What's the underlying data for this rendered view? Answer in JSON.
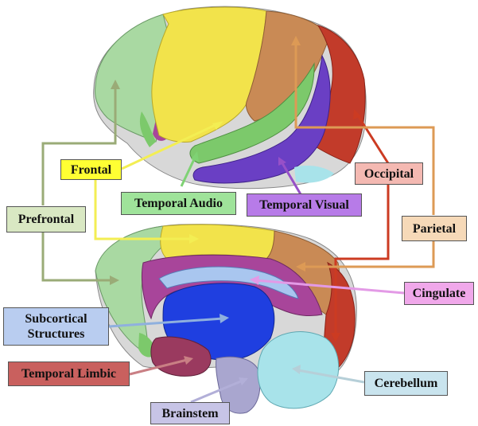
{
  "labels": {
    "frontal": "Frontal",
    "prefrontal": "Prefrontal",
    "temporal_audio": "Temporal Audio",
    "temporal_visual": "Temporal Visual",
    "occipital": "Occipital",
    "parietal": "Parietal",
    "cingulate": "Cingulate",
    "subcortical_line1": "Subcortical",
    "subcortical_line2": "Structures",
    "temporal_limbic": "Temporal Limbic",
    "cerebellum": "Cerebellum",
    "brainstem": "Brainstem"
  },
  "colors": {
    "frontal": "#f2e34b",
    "prefrontal": "#a9d9a2",
    "temporal_audio": "#7cc96b",
    "temporal_visual": "#6a3fc4",
    "occipital": "#c23b2a",
    "parietal": "#c98a55",
    "cingulate": "#a8459a",
    "subcortical": "#1f3fe0",
    "temporal_limbic": "#9a3a5f",
    "cerebellum": "#a8e3ea",
    "brainstem": "#a9a6cf",
    "label_frontal_bg": "#ffff33",
    "label_prefrontal_bg": "#d9e8c3",
    "label_temporal_audio_bg": "#9fe39a",
    "label_temporal_visual_bg": "#b77be8",
    "label_occipital_bg": "#f4b9b2",
    "label_parietal_bg": "#f6d9b8",
    "label_cingulate_bg": "#f0a8ea",
    "label_subcortical_bg": "#b9cdf0",
    "label_temporal_limbic_bg": "#c9605e",
    "label_cerebellum_bg": "#c9e4ee",
    "label_brainstem_bg": "#c7c4e6"
  }
}
